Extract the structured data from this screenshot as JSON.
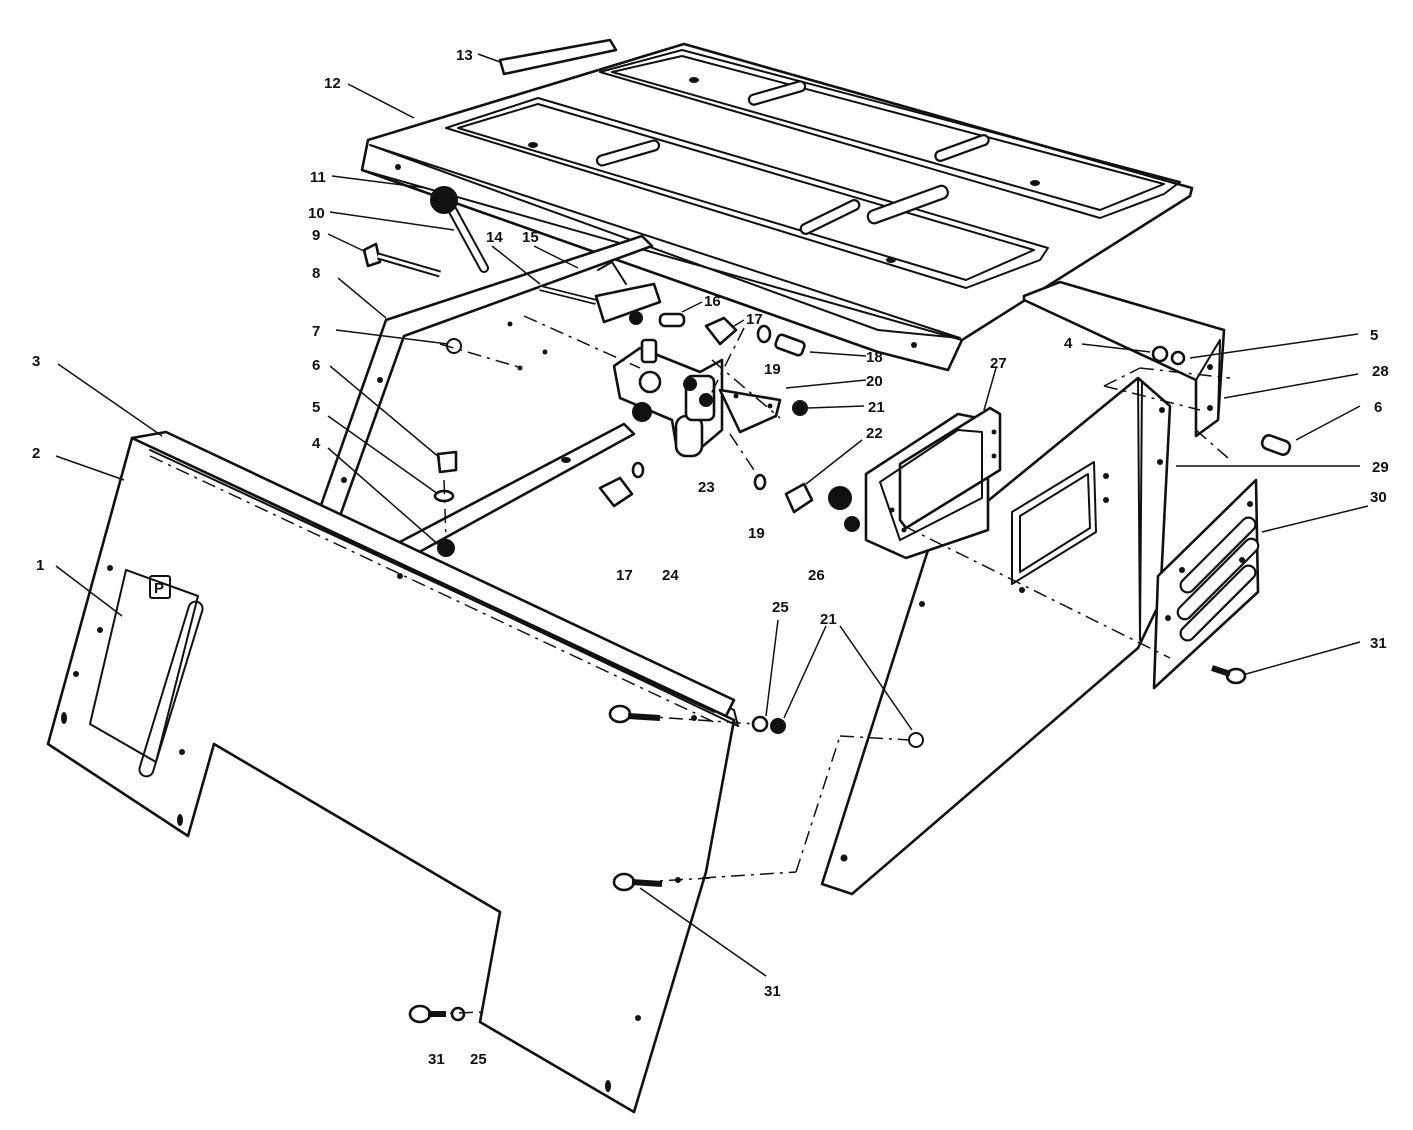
{
  "diagram": {
    "callouts": [
      "1",
      "2",
      "3",
      "4",
      "5",
      "6",
      "7",
      "8",
      "9",
      "10",
      "11",
      "12",
      "13",
      "14",
      "15",
      "16",
      "17",
      "18",
      "19",
      "20",
      "21",
      "22",
      "23",
      "24",
      "25",
      "26",
      "27",
      "28",
      "29",
      "30",
      "31"
    ],
    "panel_symbol": "P",
    "labels": [
      {
        "text": "13"
      },
      {
        "text": "12"
      },
      {
        "text": "11"
      },
      {
        "text": "10"
      },
      {
        "text": "9"
      },
      {
        "text": "14"
      },
      {
        "text": "15"
      },
      {
        "text": "8"
      },
      {
        "text": "16"
      },
      {
        "text": "17"
      },
      {
        "text": "7"
      },
      {
        "text": "18"
      },
      {
        "text": "4"
      },
      {
        "text": "5"
      },
      {
        "text": "3"
      },
      {
        "text": "6"
      },
      {
        "text": "19"
      },
      {
        "text": "20"
      },
      {
        "text": "27"
      },
      {
        "text": "28"
      },
      {
        "text": "5"
      },
      {
        "text": "21"
      },
      {
        "text": "6"
      },
      {
        "text": "22"
      },
      {
        "text": "2"
      },
      {
        "text": "4"
      },
      {
        "text": "29"
      },
      {
        "text": "30"
      },
      {
        "text": "23"
      },
      {
        "text": "19"
      },
      {
        "text": "1"
      },
      {
        "text": "17"
      },
      {
        "text": "24"
      },
      {
        "text": "26"
      },
      {
        "text": "25"
      },
      {
        "text": "21"
      },
      {
        "text": "31"
      },
      {
        "text": "31"
      },
      {
        "text": "31"
      },
      {
        "text": "25"
      }
    ]
  }
}
